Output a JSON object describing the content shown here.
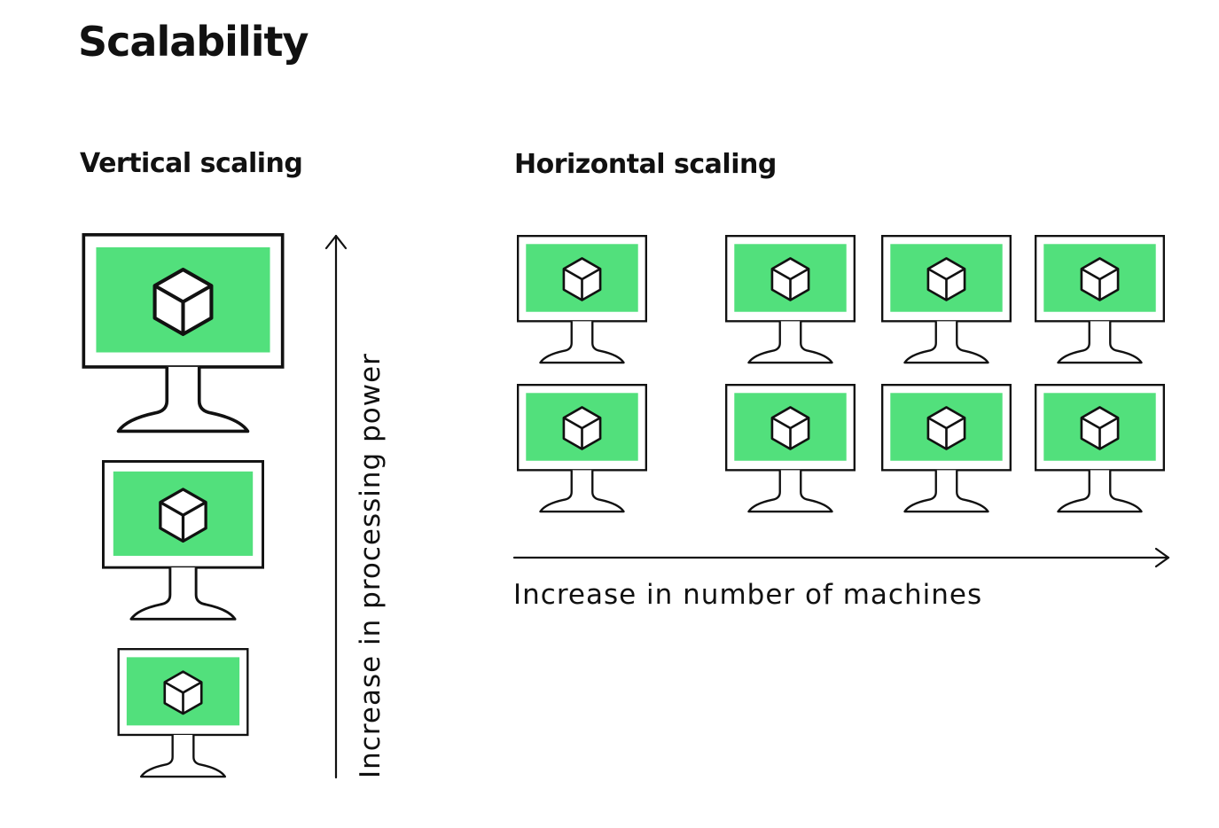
{
  "title": "Scalability",
  "vertical": {
    "heading": "Vertical scaling",
    "axis_label": "Increase in processing power"
  },
  "horizontal": {
    "heading": "Horizontal scaling",
    "axis_label": "Increase in number of machines"
  },
  "colors": {
    "screen_green": "#52E07C",
    "outline": "#111111",
    "background": "#FFFFFF"
  },
  "icons": {
    "monitor": "monitor-icon",
    "cube": "cube-icon",
    "arrow": "arrow-icon"
  }
}
